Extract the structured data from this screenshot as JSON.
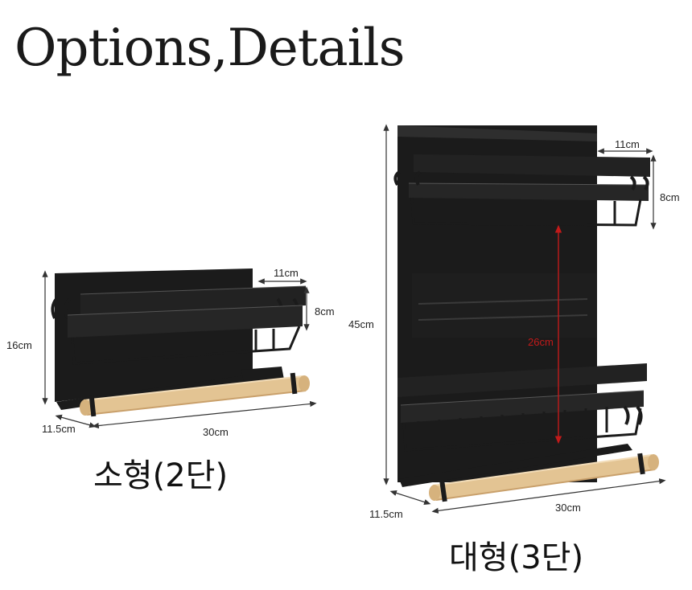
{
  "title": "Options,Details",
  "colors": {
    "rack": "#1b1b1b",
    "rack_edge": "#3a3a3a",
    "wood": "#e3c493",
    "wood_dark": "#c9a06b",
    "dimension_line": "#333333",
    "highlight": "#c21a1a"
  },
  "small": {
    "caption": "소형(2단)",
    "height": "16cm",
    "depth": "11.5cm",
    "width": "30cm",
    "shelf_depth": "11cm",
    "shelf_height": "8cm"
  },
  "large": {
    "caption": "대형(3단)",
    "height": "45cm",
    "depth": "11.5cm",
    "width": "30cm",
    "shelf_depth": "11cm",
    "shelf_height": "8cm",
    "shelf_gap": "26cm"
  }
}
